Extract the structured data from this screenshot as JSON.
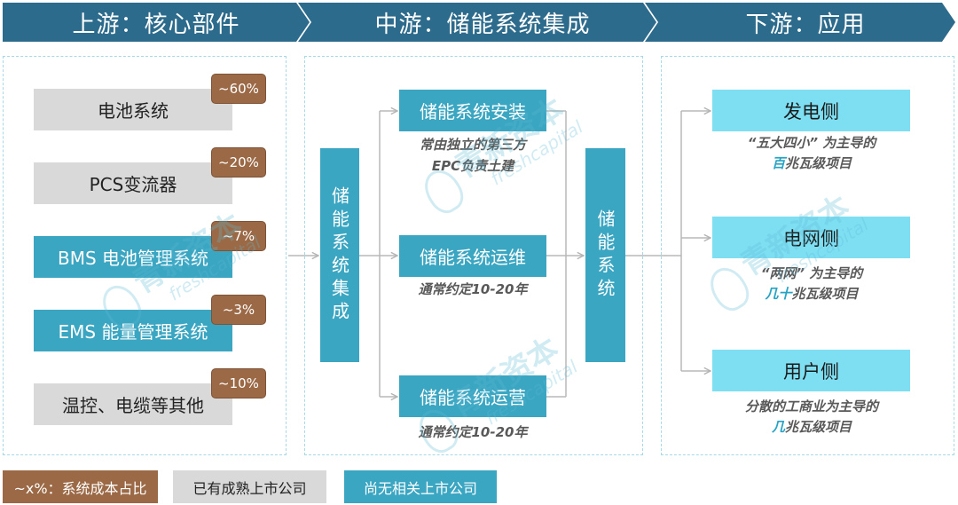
{
  "header": {
    "upstream_title": "上游：核心部件",
    "midstream_title": "中游：储能系统集成",
    "downstream_title": "下游：应用"
  },
  "upstream": {
    "components": [
      {
        "label": "电池系统",
        "cost_share": "~60%",
        "fill": "#d9d9d9",
        "text_color": "#222222"
      },
      {
        "label": "PCS变流器",
        "cost_share": "~20%",
        "fill": "#d9d9d9",
        "text_color": "#222222"
      },
      {
        "label": "BMS 电池管理系统",
        "cost_share": "~7%",
        "fill": "#3ba6c2",
        "text_color": "#ffffff"
      },
      {
        "label": "EMS 能量管理系统",
        "cost_share": "~3%",
        "fill": "#3ba6c2",
        "text_color": "#ffffff"
      },
      {
        "label": "温控、电缆等其他",
        "cost_share": "~10%",
        "fill": "#d9d9d9",
        "text_color": "#222222"
      }
    ]
  },
  "midstream": {
    "integration_label": "储能系统集成",
    "stages": [
      {
        "label": "储能系统安装",
        "note": [
          "常由独立的第三方",
          "EPC负责土建"
        ]
      },
      {
        "label": "储能系统运维",
        "note": [
          "通常约定10-20年"
        ]
      },
      {
        "label": "储能系统运营",
        "note": [
          "通常约定10-20年"
        ]
      }
    ],
    "system_label": "储能系统"
  },
  "downstream": {
    "applications": [
      {
        "label": "发电侧",
        "desc_line1": "“五大四小” 为主导的",
        "scale_highlight": "百",
        "scale_rest": "兆瓦级项目"
      },
      {
        "label": "电网侧",
        "desc_line1": "“两网” 为主导的",
        "scale_highlight": "几十",
        "scale_rest": "兆瓦级项目"
      },
      {
        "label": "用户侧",
        "desc_line1": "分散的工商业为主导的",
        "scale_highlight": "几",
        "scale_rest": "兆瓦级项目"
      }
    ]
  },
  "legend": {
    "cost_share": "~x%：系统成本占比",
    "listed": "已有成熟上市公司",
    "unlisted": "尚无相关上市公司"
  },
  "watermark": {
    "cn": "青新资本",
    "en": "freshcapital"
  },
  "colors": {
    "header": "#2d6b8c",
    "listed_fill": "#d9d9d9",
    "unlisted_fill": "#3ba6c2",
    "cost_share_badge": "#9b6946",
    "application_fill": "#7fdff2",
    "highlight_text": "#27a4c4",
    "note_text": "#595959"
  }
}
